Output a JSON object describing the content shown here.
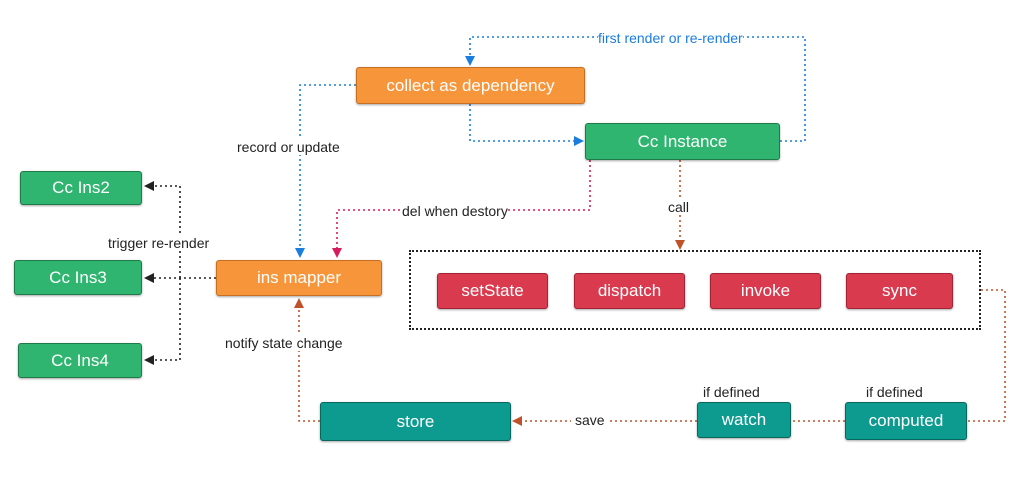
{
  "nodes": {
    "collect": "collect as dependency",
    "cc_instance": "Cc Instance",
    "ins_mapper": "ins mapper",
    "cc_ins2": "Cc Ins2",
    "cc_ins3": "Cc Ins3",
    "cc_ins4": "Cc Ins4",
    "set_state": "setState",
    "dispatch": "dispatch",
    "invoke": "invoke",
    "sync": "sync",
    "store": "store",
    "watch": "watch",
    "computed": "computed"
  },
  "labels": {
    "first_render": "first render or re-render",
    "record_update": "record or update",
    "del_destory": "del when destory",
    "call": "call",
    "trigger_rerender": "trigger re-render",
    "notify_state": "notify state change",
    "save": "save",
    "if_defined_watch": "if defined",
    "if_defined_computed": "if defined"
  },
  "colors": {
    "green": "#2fb56f",
    "orange": "#f7953b",
    "red": "#d93a4e",
    "teal": "#0e9b8f",
    "blue_edge": "#1a7de0",
    "pink_edge": "#d81b5a",
    "brown_edge": "#c0522a",
    "black_edge": "#222222"
  }
}
